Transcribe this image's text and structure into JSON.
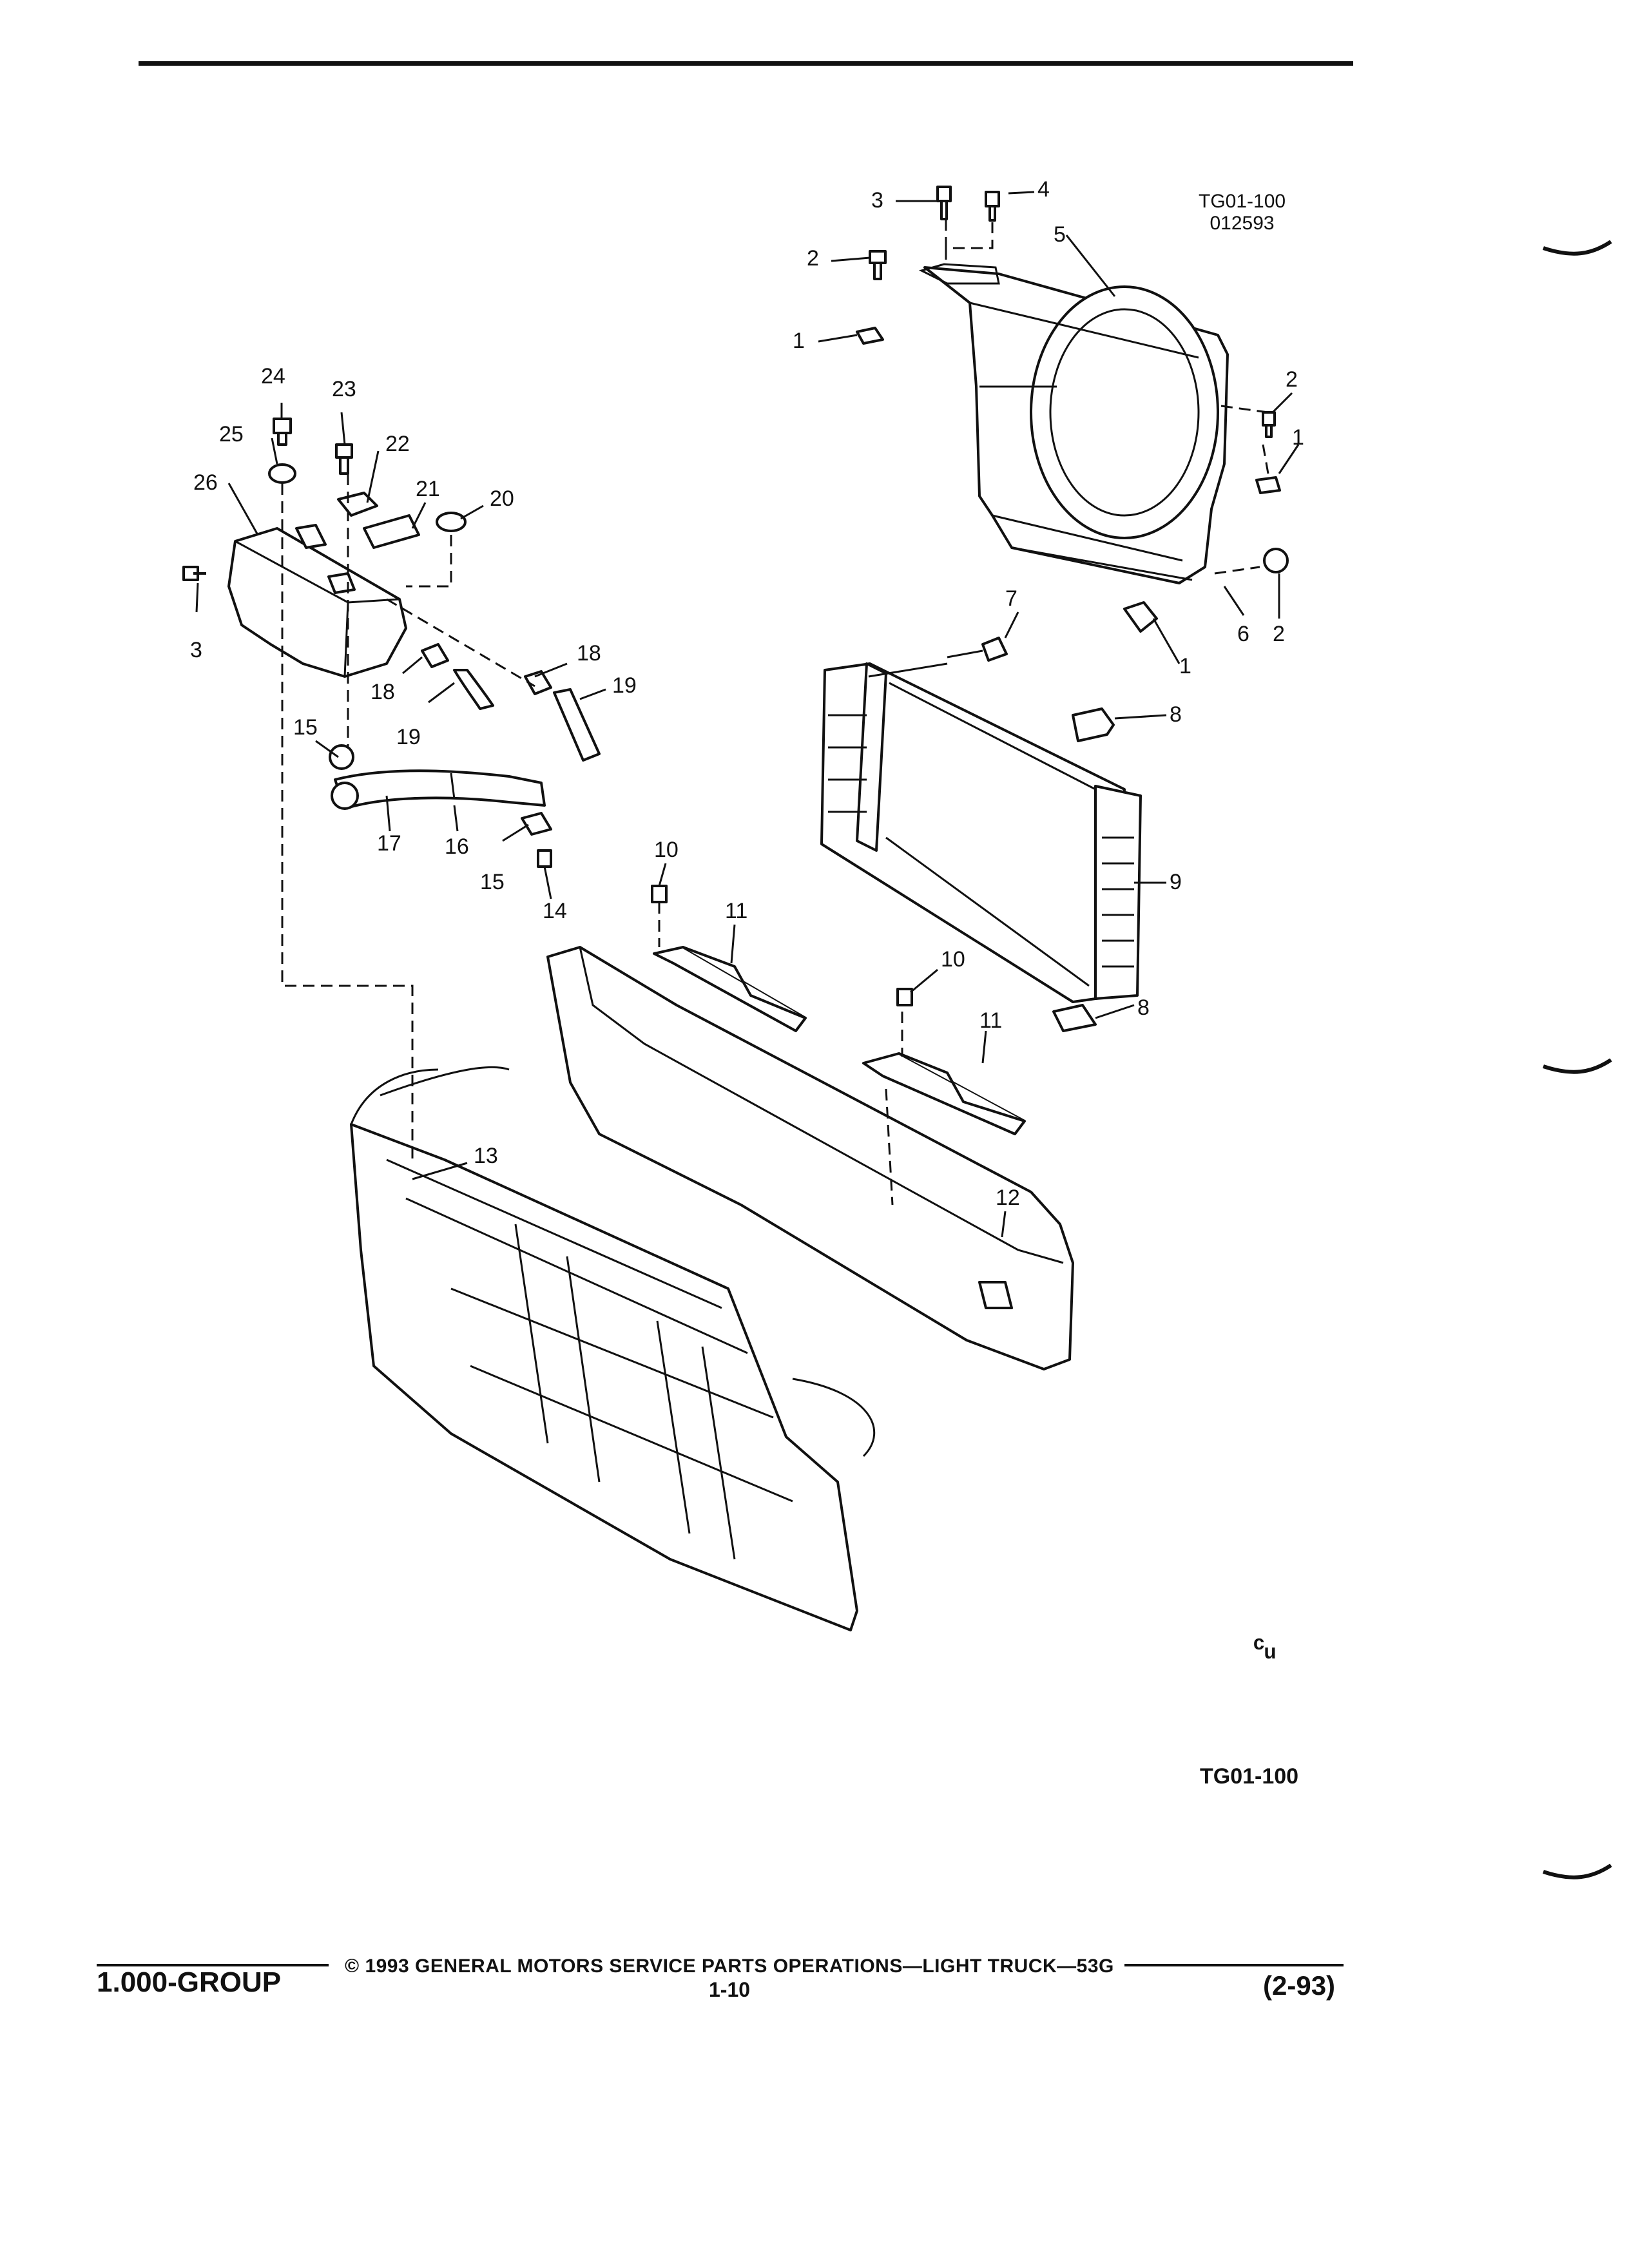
{
  "figure": {
    "id_top": "TG01-100",
    "date_code": "012593",
    "id_bottom": "TG01-100",
    "logo_glyph": "ᶜᵤ"
  },
  "callouts": {
    "c1a": "1",
    "c1b": "1",
    "c1c": "1",
    "c2a": "2",
    "c2b": "2",
    "c2c": "2",
    "c3a": "3",
    "c3b": "3",
    "c4": "4",
    "c5": "5",
    "c6": "6",
    "c7": "7",
    "c8a": "8",
    "c8b": "8",
    "c9": "9",
    "c10a": "10",
    "c10b": "10",
    "c11a": "11",
    "c11b": "11",
    "c12": "12",
    "c13": "13",
    "c14": "14",
    "c15a": "15",
    "c15b": "15",
    "c16": "16",
    "c17": "17",
    "c18a": "18",
    "c18b": "18",
    "c19a": "19",
    "c19b": "19",
    "c20": "20",
    "c21": "21",
    "c22": "22",
    "c23": "23",
    "c24": "24",
    "c25": "25",
    "c26": "26"
  },
  "footer": {
    "group": "1.000-GROUP",
    "copyright": "© 1993 GENERAL MOTORS SERVICE PARTS OPERATIONS—LIGHT TRUCK—53G",
    "page": "1-10",
    "date": "(2-93)"
  }
}
